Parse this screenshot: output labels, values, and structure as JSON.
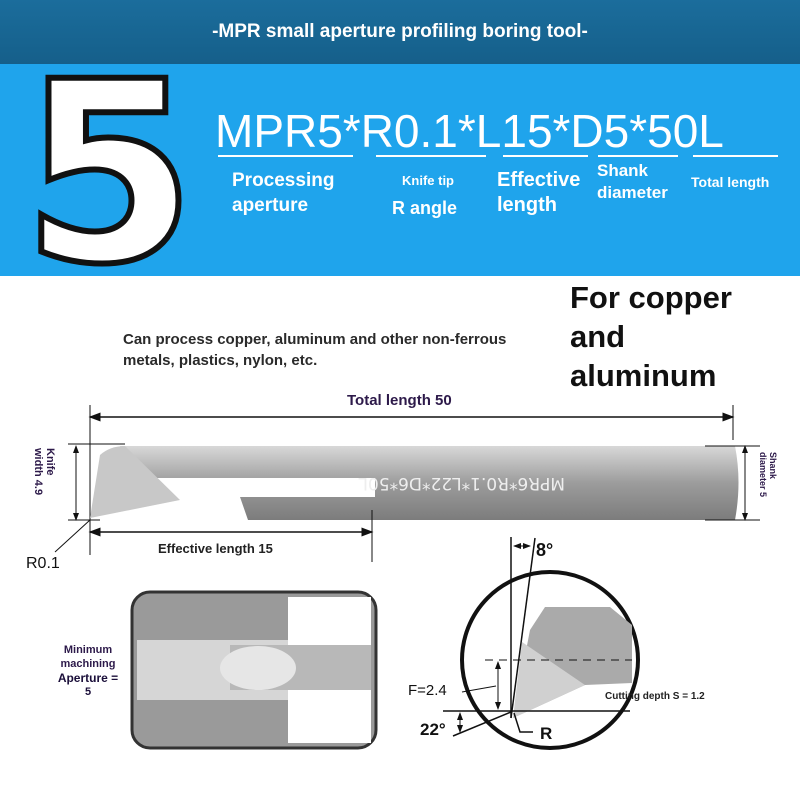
{
  "header": {
    "title": "-MPR small aperture profiling boring tool-"
  },
  "spec": {
    "size": "5",
    "code": "MPR5*R0.1*L15*D5*50L",
    "labels": {
      "aperture_1": "Processing",
      "aperture_2": "aperture",
      "tip_1": "Knife tip",
      "tip_2": "R angle",
      "eff_1": "Effective",
      "eff_2": "length",
      "shank_1": "Shank",
      "shank_2": "diameter",
      "total": "Total length"
    }
  },
  "material": {
    "heading_1": "For copper",
    "heading_2": "and",
    "heading_3": "aluminum",
    "desc_1": "Can process copper, aluminum and other non-ferrous",
    "desc_2": "metals, plastics, nylon, etc."
  },
  "drawing": {
    "total": "Total length 50",
    "knife_1": "Knife",
    "knife_2": "width 4.9",
    "shank_1": "Shank",
    "shank_2": "diameter 5",
    "effective": "Effective length 15",
    "r": "R0.1",
    "engraving": "MPR6*R0.1*L22*D6*50L"
  },
  "aperture": {
    "l1": "Minimum",
    "l2": "machining",
    "l3": "Aperture =",
    "l4": "5"
  },
  "detail": {
    "angle_top": "8°",
    "f": "F=2.4",
    "angle_bottom": "22°",
    "r": "R",
    "depth": "Cutting depth S = 1.2"
  },
  "colors": {
    "header": "#1b6d9c",
    "band": "#1fa4ec",
    "label_purple": "#2d1a4a"
  }
}
